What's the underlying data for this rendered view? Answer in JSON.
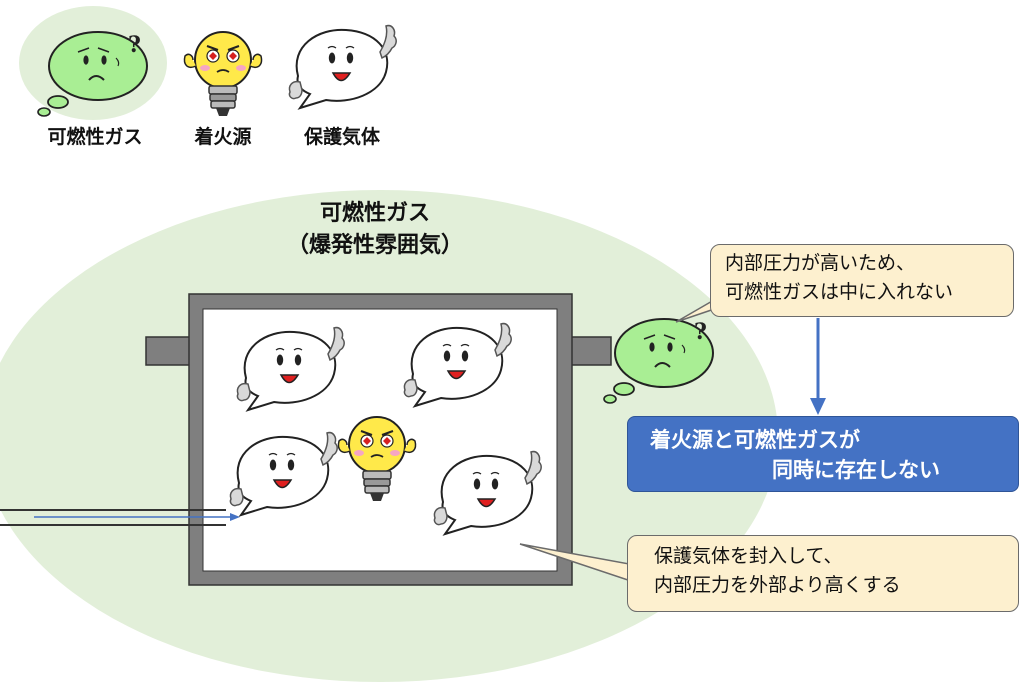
{
  "legend": {
    "flammable_gas": "可燃性ガス",
    "ignition_source": "着火源",
    "protective_gas": "保護気体"
  },
  "main": {
    "title_line1": "可燃性ガス",
    "title_line2": "（爆発性雰囲気）"
  },
  "callouts": {
    "pressure_line1": "内部圧力が高いため、",
    "pressure_line2": "可燃性ガスは中に入れない",
    "result_line1": "着火源と可燃性ガスが",
    "result_line2": "同時に存在しない",
    "seal_line1": "保護気体を封入して、",
    "seal_line2": "内部圧力を外部より高くする"
  },
  "colors": {
    "gas_green": "#a9ee94",
    "atmosphere": "#e2efd9",
    "bulb_yellow": "#ffe94a",
    "callout_bg": "#fdf0cf",
    "result_blue": "#4472c4",
    "arrow_blue": "#4472c4"
  },
  "icons": {
    "gas": "flammable-gas-cloud-icon",
    "bulb": "ignition-bulb-icon",
    "protect": "protective-gas-bubble-icon"
  }
}
